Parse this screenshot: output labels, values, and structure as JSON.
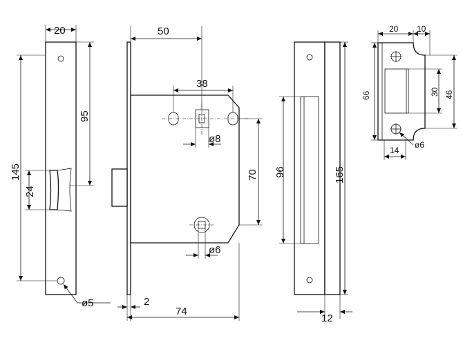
{
  "drawing": {
    "faceplate": {
      "width": "20",
      "hole_offset": "95",
      "height": "145",
      "handle_height": "24",
      "hole_dia": "ø5"
    },
    "body": {
      "backset": "50",
      "spacing_top": "38",
      "spindle_dia": "ø8",
      "centers": "70",
      "cylinder_dia": "ø6",
      "plate_thickness": "2",
      "depth": "74"
    },
    "strike_plate": {
      "slot": "96",
      "height": "165",
      "thickness": "12"
    },
    "keeper": {
      "width": "20",
      "lip": "10",
      "height": "66",
      "opening": "30",
      "overall": "46",
      "hole_spacing": "14",
      "hole_dia": "ø6"
    },
    "colors": {
      "line": "#111111",
      "background": "#ffffff"
    }
  }
}
